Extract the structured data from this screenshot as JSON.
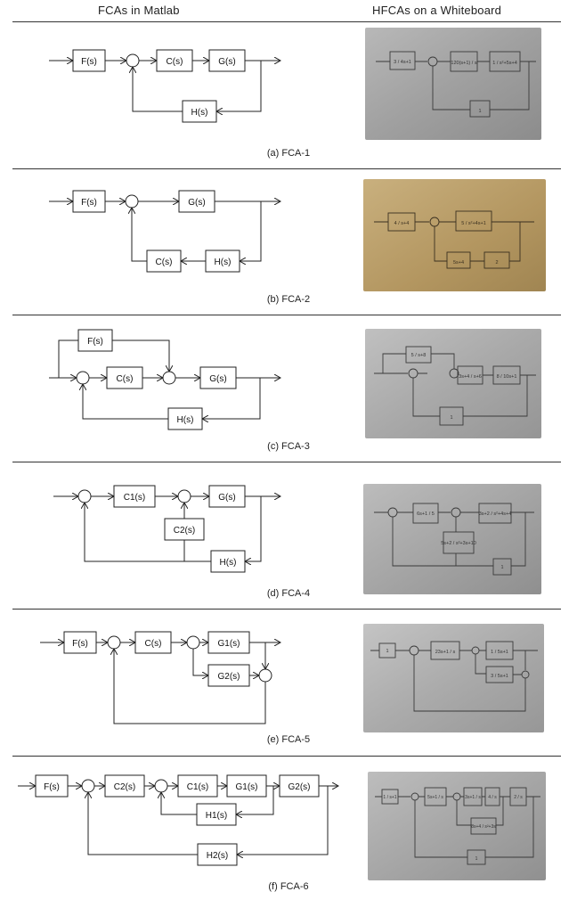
{
  "header": {
    "left": "FCAs in Matlab",
    "right": "HFCAs on a Whiteboard"
  },
  "panels": [
    {
      "caption": "(a) FCA-1",
      "photo_tint": "#9b9b9b",
      "blocks": [
        "F(s)",
        "C(s)",
        "G(s)",
        "H(s)"
      ],
      "hand": [
        "3 / 4s+1",
        "120(s+1) / s",
        "1 / s²+5s+4",
        "1"
      ]
    },
    {
      "caption": "(b) FCA-2",
      "photo_tint": "#b59b6a",
      "blocks": [
        "F(s)",
        "G(s)",
        "C(s)",
        "H(s)"
      ],
      "hand": [
        "4 / s+4",
        "5 / s²+4s+1",
        "5s+4",
        "2"
      ]
    },
    {
      "caption": "(c) FCA-3",
      "photo_tint": "#a3a3a3",
      "blocks": [
        "F(s)",
        "C(s)",
        "G(s)",
        "H(s)"
      ],
      "hand": [
        "5 / s+8",
        "3s+4 / s+6",
        "8 / 10s+1",
        "1"
      ]
    },
    {
      "caption": "(d) FCA-4",
      "photo_tint": "#9e9e9e",
      "blocks": [
        "C1(s)",
        "G(s)",
        "C2(s)",
        "H(s)"
      ],
      "hand": [
        "6s+1 / 5",
        "3s+2 / s²+4s+4",
        "5s+2 / s²+3s+10",
        "1"
      ]
    },
    {
      "caption": "(e) FCA-5",
      "photo_tint": "#a6a6a6",
      "blocks": [
        "F(s)",
        "C(s)",
        "G1(s)",
        "G2(s)"
      ],
      "hand": [
        "1",
        "23s+1 / s",
        "1 / 5s+1",
        "3 / 5s+1"
      ]
    },
    {
      "caption": "(f) FCA-6",
      "photo_tint": "#9f9f9f",
      "blocks": [
        "F(s)",
        "C2(s)",
        "C1(s)",
        "G1(s)",
        "G2(s)",
        "H1(s)",
        "H2(s)"
      ],
      "hand": [
        "1 / s+1",
        "5s+1 / s",
        "3s+1 / s",
        "4 / s",
        "2 / s",
        "8s+4 / s²+3s",
        "1"
      ]
    }
  ]
}
